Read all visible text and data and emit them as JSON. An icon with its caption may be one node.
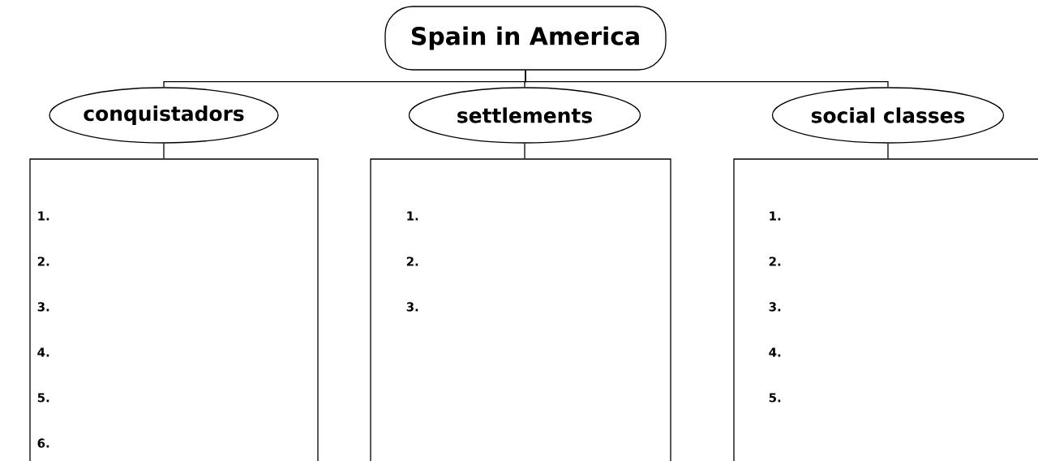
{
  "diagram": {
    "nodes": [
      {
        "text": [
          "Spain in America"
        ]
      },
      {
        "text": [
          "conquistadors"
        ]
      },
      {
        "text": [
          "settlements"
        ]
      },
      {
        "text": [
          "social classes"
        ]
      },
      {
        "text": [
          "1.",
          "2.",
          "3.",
          "4.",
          "5.",
          "6."
        ]
      },
      {
        "text": [
          "1.",
          "2.",
          "3."
        ]
      },
      {
        "text": [
          "1.",
          "2.",
          "3.",
          "4.",
          "5."
        ]
      }
    ],
    "edges": [
      {
        "from": 0,
        "to": 1,
        "arrow": "none"
      },
      {
        "from": 0,
        "to": 2,
        "arrow": "none"
      },
      {
        "from": 0,
        "to": 3,
        "arrow": "none"
      },
      {
        "from": 1,
        "to": 4,
        "arrow": "none"
      },
      {
        "from": 2,
        "to": 5,
        "arrow": "none"
      },
      {
        "from": 3,
        "to": 6,
        "arrow": "none"
      }
    ]
  }
}
